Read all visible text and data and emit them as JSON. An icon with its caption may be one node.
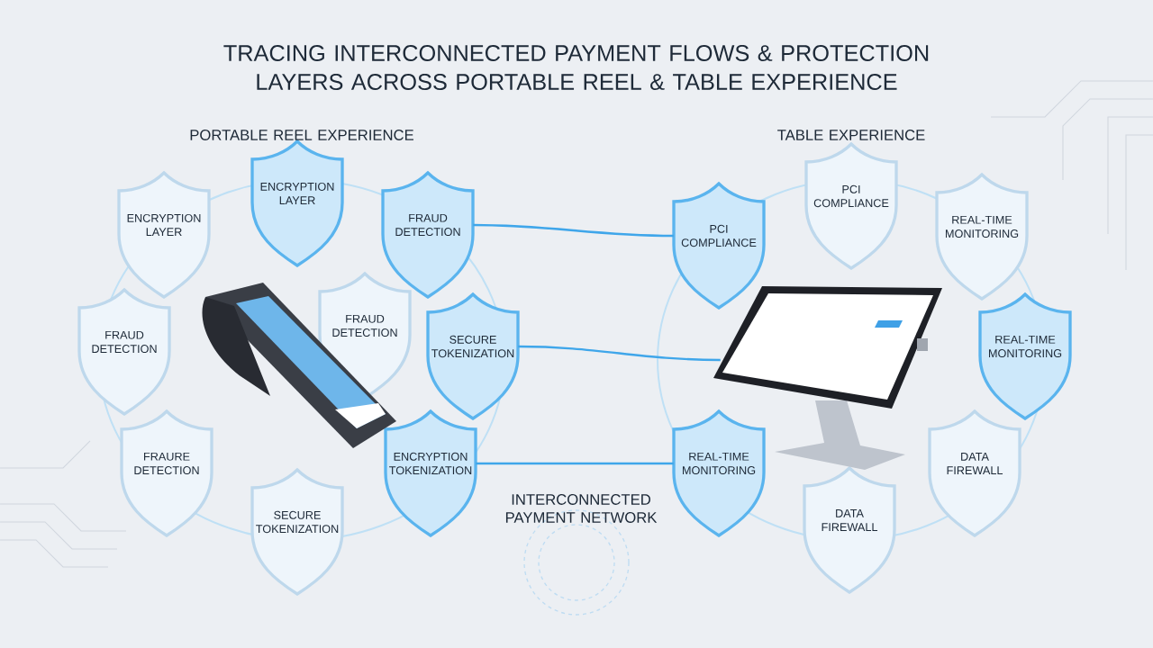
{
  "diagram": {
    "title": "TRACING INTERCONNECTED PAYMENT FLOWS & PROTECTION LAYERS ACROSS PORTABLE REEL & TABLE EXPERIENCE",
    "nodes": [
      {
        "text": [
          "ENCRYPTION LAYER"
        ]
      },
      {
        "text": [
          "ENCRYPTION LAYER"
        ]
      },
      {
        "text": [
          "FRAUD DETECTION"
        ]
      },
      {
        "text": [
          "FRAUD DETECTION"
        ]
      },
      {
        "text": [
          "FRAUD DETECTION"
        ]
      },
      {
        "text": [
          "SECURE TOKENIZATION"
        ]
      },
      {
        "text": [
          "FRAURE DETECTION"
        ]
      },
      {
        "text": [
          "ENCRYPTION TOKENIZATION"
        ]
      },
      {
        "text": [
          "SECURE TOKENIZATION"
        ]
      },
      {
        "text": [],
        "shape": "picture"
      },
      {
        "text": [
          "PCI COMPLIANCE"
        ]
      },
      {
        "text": [
          "PCI COMPLIANCE"
        ]
      },
      {
        "text": [
          "REAL-TIME MONITORING"
        ]
      },
      {
        "text": [
          "REAL-TIME MONITORING"
        ]
      },
      {
        "text": [
          "REAL-TIME MONITORING"
        ]
      },
      {
        "text": [
          "DATA FIREWALL"
        ]
      },
      {
        "text": [
          "DATA FIREWALL"
        ]
      },
      {
        "text": [],
        "shape": "picture"
      }
    ],
    "edges": [
      {
        "from": 2,
        "to": 11,
        "arrow": "none"
      },
      {
        "from": 5,
        "to": 17,
        "arrow": "none"
      },
      {
        "from": 7,
        "to": 14,
        "arrow": "none"
      }
    ],
    "labels": [
      "PORTABLE REEL EXPERIENCE",
      "TABLE EXPERIENCE",
      "INTERCONNECTED PAYMENT NETWORK"
    ]
  }
}
